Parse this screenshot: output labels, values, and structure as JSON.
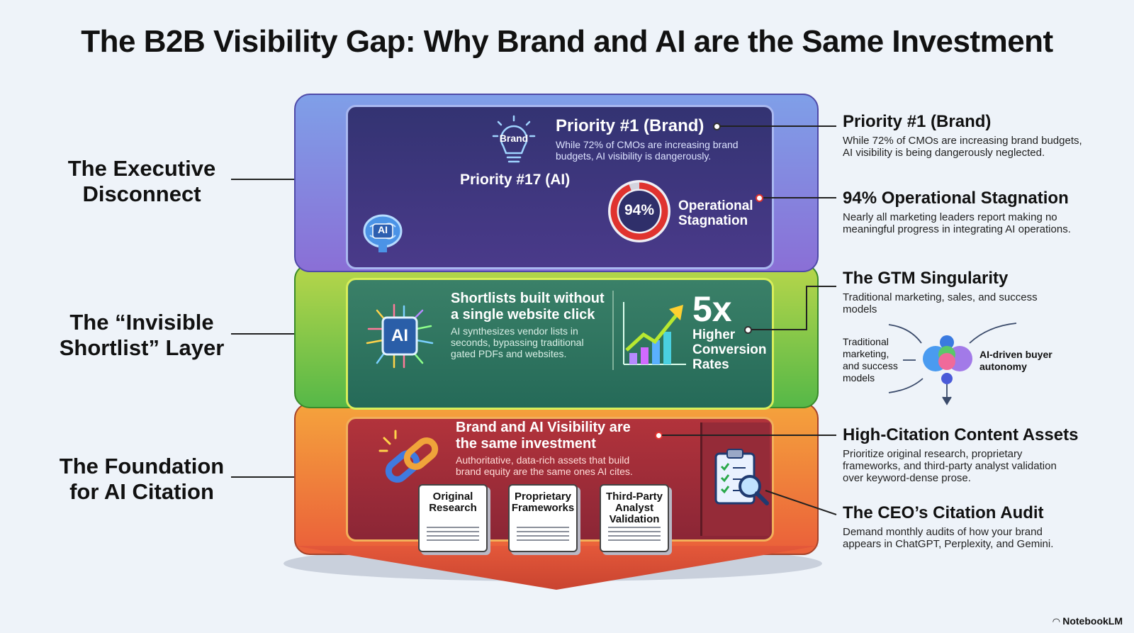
{
  "title": "The B2B Visibility Gap: Why Brand and AI are the Same Investment",
  "left_labels": {
    "executive": "The Executive Disconnect",
    "shortlist": "The “Invisible Shortlist” Layer",
    "foundation": "The Foundation for AI Citation"
  },
  "top_panel": {
    "bulb_label": "Brand",
    "priority1": "Priority #1 (Brand)",
    "priority1_desc": "While 72% of CMOs are increasing brand budgets, AI visibility is dangerously.",
    "priority17": "Priority #17 (AI)",
    "brain_label": "AI",
    "gauge_value": "94%",
    "gauge_fraction": 0.94,
    "gauge_label": "Operational Stagnation"
  },
  "mid_panel": {
    "chip_label": "AI",
    "shortlist_title": "Shortlists built without a single website click",
    "shortlist_desc": "AI synthesizes vendor lists in seconds, bypassing traditional gated PDFs and websites.",
    "multiplier": "5x",
    "multiplier_label": "Higher Conversion Rates"
  },
  "bottom_panel": {
    "visibility_title": "Brand and AI Visibility are the same investment",
    "visibility_desc": "Authoritative, data-rich assets that build brand equity are the same ones AI cites.",
    "cards": [
      "Original Research",
      "Proprietary Frameworks",
      "Third-Party Analyst Validation"
    ]
  },
  "right": {
    "priority1_title": "Priority #1 (Brand)",
    "priority1_desc": "While 72% of CMOs are increasing brand budgets, AI visibility is being dangerously neglected.",
    "stagnation_title": "94% Operational Stagnation",
    "stagnation_desc": "Nearly all marketing leaders report making no meaningful progress in integrating AI operations.",
    "gtm_title": "The GTM Singularity",
    "gtm_desc": "Traditional marketing, sales, and success models",
    "gtm_left": "Traditional marketing, and success models",
    "gtm_right": "AI-driven buyer autonomy",
    "assets_title": "High-Citation Content Assets",
    "assets_desc": "Prioritize original research, proprietary frameworks, and third-party analyst validation over keyword-dense prose.",
    "audit_title": "The CEO’s Citation Audit",
    "audit_desc": "Demand monthly audits of how your brand appears in ChatGPT, Perplexity, and Gemini."
  },
  "footer": {
    "brand": "NotebookLM"
  },
  "colors": {
    "top_tier": "#6f6fd8",
    "mid_tier": "#8cc63f",
    "bottom_tier": "#f07a36",
    "top_inner": "#3a3878",
    "mid_inner": "#2d6f5a",
    "bottom_inner": "#a8323a"
  }
}
